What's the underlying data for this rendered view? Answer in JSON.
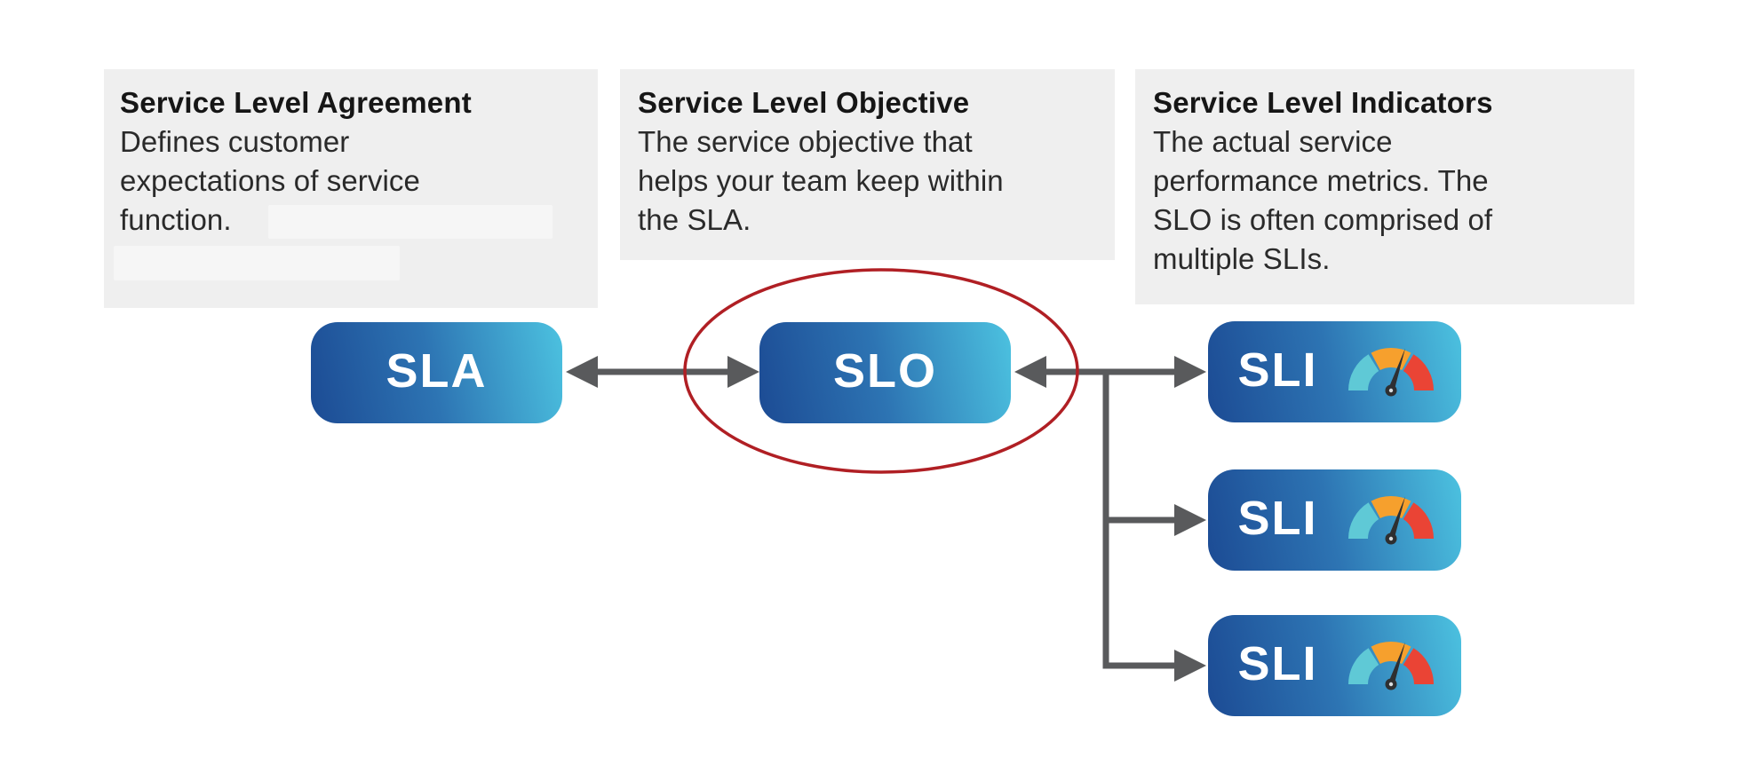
{
  "colors": {
    "node-blue-dark": "#1c4b94",
    "node-blue-mid": "#2d74b3",
    "node-cyan": "#4cc2e0",
    "arrow-gray": "#595a5c",
    "infobox-gray": "#efefef",
    "redacted-gray": "#f6f6f6",
    "ellipse-red": "#b01f24",
    "gauge-cyan": "#5fc9d6",
    "gauge-orange": "#f6a02d",
    "gauge-red": "#ea4435",
    "needle-dark": "#2e2f31",
    "title-dark": "#161616",
    "body-dark": "#2a2a2a"
  },
  "icons": {
    "gauge-icon": "semicircular speedometer with cyan/orange/red segments and dark needle"
  },
  "info_boxes": [
    {
      "title": "Service Level Agreement",
      "body": "Defines customer expectations of service function."
    },
    {
      "title": "Service Level Objective",
      "body": "The service objective that helps your team keep within the SLA."
    },
    {
      "title": "Service Level Indicators",
      "body": "The actual service performance metrics. The SLO is often comprised of multiple SLIs."
    }
  ],
  "nodes": {
    "sla": {
      "label": "SLA"
    },
    "slo": {
      "label": "SLO",
      "highlighted": true
    },
    "sli": [
      {
        "label": "SLI"
      },
      {
        "label": "SLI"
      },
      {
        "label": "SLI"
      }
    ]
  }
}
